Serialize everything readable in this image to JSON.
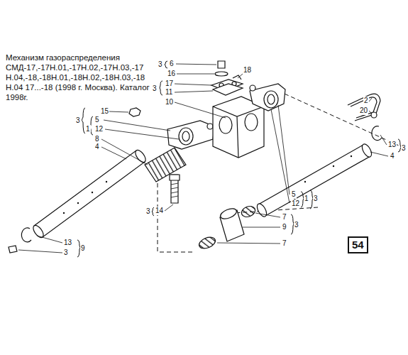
{
  "diagram": {
    "title": "Механизм газораспределения СМД-17,-17Н.01,-17Н.02,-17Н.03,-17 Н.04,-18,-18Н.01,-18Н.02,-18Н.03,-18 Н.04 17...-18 (1998 г. Москва). Каталог 1998г.",
    "nodes": [
      {
        "text": [
          "54"
        ]
      }
    ],
    "labels": [
      "3",
      "6",
      "16",
      "18",
      "3",
      "17",
      "11",
      "10",
      "2",
      "20",
      "5",
      "12",
      "1",
      "3",
      "13",
      "3",
      "4",
      "3",
      "15",
      "1",
      "5",
      "12",
      "8",
      "4",
      "3",
      "14",
      "7",
      "9",
      "3",
      "7",
      "13",
      "3",
      "9"
    ]
  }
}
